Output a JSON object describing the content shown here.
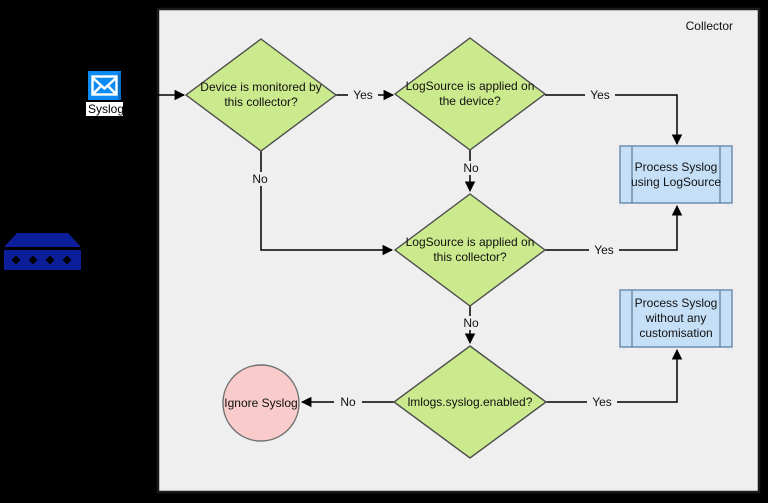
{
  "collector": {
    "label": "Collector"
  },
  "source": {
    "syslog_label": "Syslog"
  },
  "nodes": {
    "device_monitored": {
      "type": "decision",
      "label": "Device is monitored by this collector?"
    },
    "logsource_device": {
      "type": "decision",
      "label": "LogSource is applied on the device?"
    },
    "logsource_collector": {
      "type": "decision",
      "label": "LogSource is applied on this collector?"
    },
    "lmlogs_enabled": {
      "type": "decision",
      "label": "lmlogs.syslog.enabled?"
    },
    "process_with_logsource": {
      "type": "predefined-process",
      "label": "Process Syslog using LogSource"
    },
    "process_without_customisation": {
      "type": "predefined-process",
      "label": "Process Syslog without any customisation"
    },
    "ignore_syslog": {
      "type": "terminator",
      "label": "Ignore Syslog"
    }
  },
  "edge_labels": {
    "device_monitored_yes": "Yes",
    "device_monitored_no": "No",
    "logsource_device_yes": "Yes",
    "logsource_device_no": "No",
    "logsource_collector_yes": "Yes",
    "logsource_collector_no": "No",
    "lmlogs_enabled_yes": "Yes",
    "lmlogs_enabled_no": "No"
  },
  "icons": {
    "mail": "mail-icon",
    "network_device": "network-device-icon"
  },
  "colors": {
    "decision_fill": "#cbe98d",
    "decision_stroke": "#4d4d4d",
    "process_fill": "#c5dff7",
    "process_stroke": "#6688a8",
    "terminator_fill": "#f9cbcb",
    "terminator_stroke": "#707070",
    "collector_fill": "#efeff0",
    "collector_stroke": "#1a1a1a",
    "connector": "#000000",
    "mail_blue": "#0d8bf2",
    "mail_blue_shade": "#0a6fc2",
    "device_navy": "#0c1e99",
    "page_background": "#000000"
  }
}
